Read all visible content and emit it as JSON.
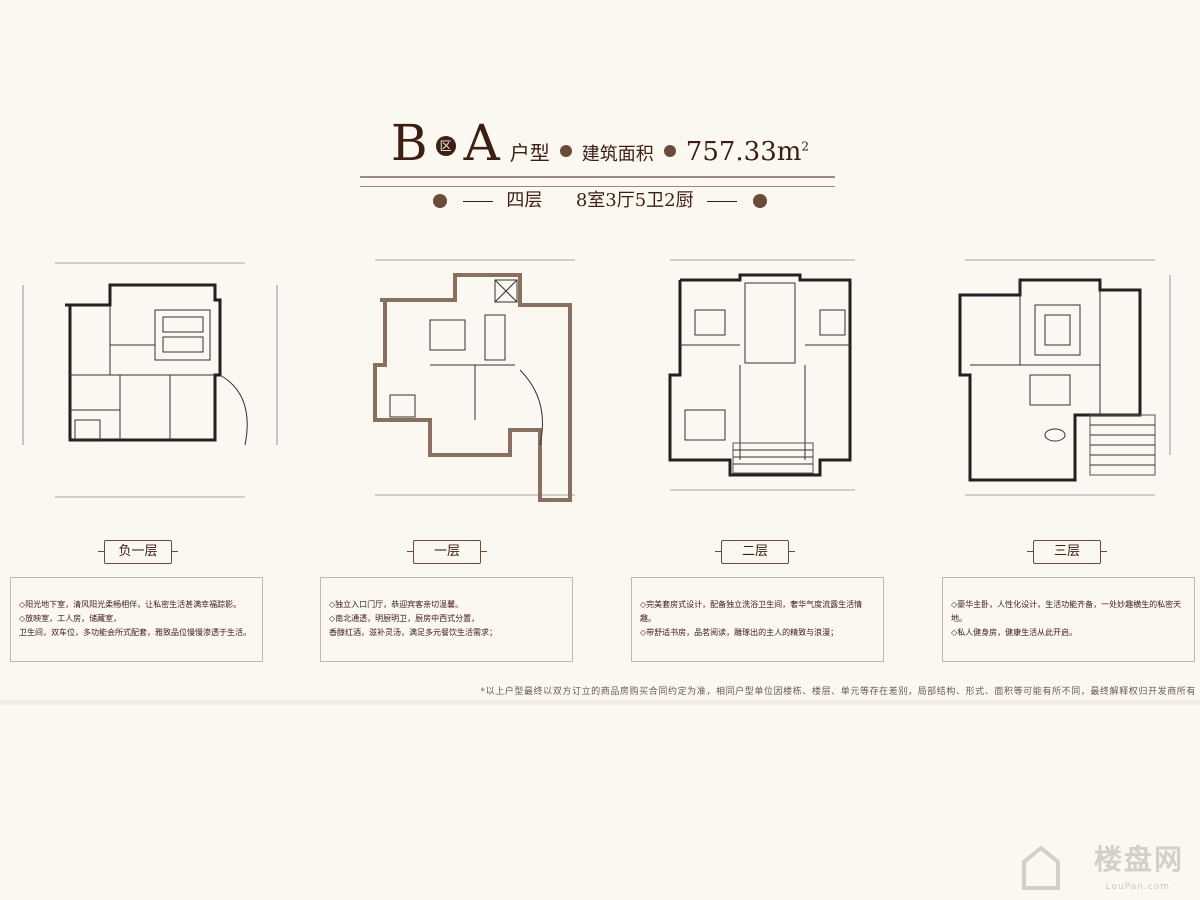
{
  "header": {
    "block_letter": "B",
    "zone_mark": "区",
    "unit_letter": "A",
    "unit_type_label": "户型",
    "area_label": "建筑面积",
    "area_value": "757.33m",
    "area_unit_sup": "2",
    "subtitle_floors": "四层",
    "subtitle_rooms": "8室3厅5卫2厨"
  },
  "floors": [
    {
      "tab": "负一层",
      "desc": [
        "◇阳光地下室，清风阳光柔畅相伴，让私密生活甚满幸福踪影。",
        "◇放映室，工人房，储藏室，",
        "卫生间，双车位，多功能会所式配套，雅致品位慢慢渗透于生活。"
      ]
    },
    {
      "tab": "一层",
      "desc": [
        "◇独立入口门厅，恭迎宾客亲切温馨。",
        "◇南北通透，明厨明卫，厨房中西式分置，",
        "香醇红酒，滋补灵汤，满足多元餐饮生活需求；"
      ]
    },
    {
      "tab": "二层",
      "desc": [
        "◇完美套房式设计，配备独立洗浴卫生间，奢华气度流露生活情趣。",
        "◇带舒适书房，品茗阅读，雕琢出的主人的精致与浪漫；"
      ]
    },
    {
      "tab": "三层",
      "desc": [
        "◇豪华主卧，人性化设计，生活功能齐备，一处妙趣横生的私密天地。",
        "◇私人健身房，健康生活从此开启。"
      ]
    }
  ],
  "disclaimer": "*以上户型最终以双方订立的商品房购买合同约定为准，相同户型单位因楼栋、楼层、单元等存在差别，局部结构、形式、面积等可能有所不同，最终解释权归开发商所有",
  "watermark": {
    "brand": "楼盘网",
    "url": "LouPan.com"
  }
}
